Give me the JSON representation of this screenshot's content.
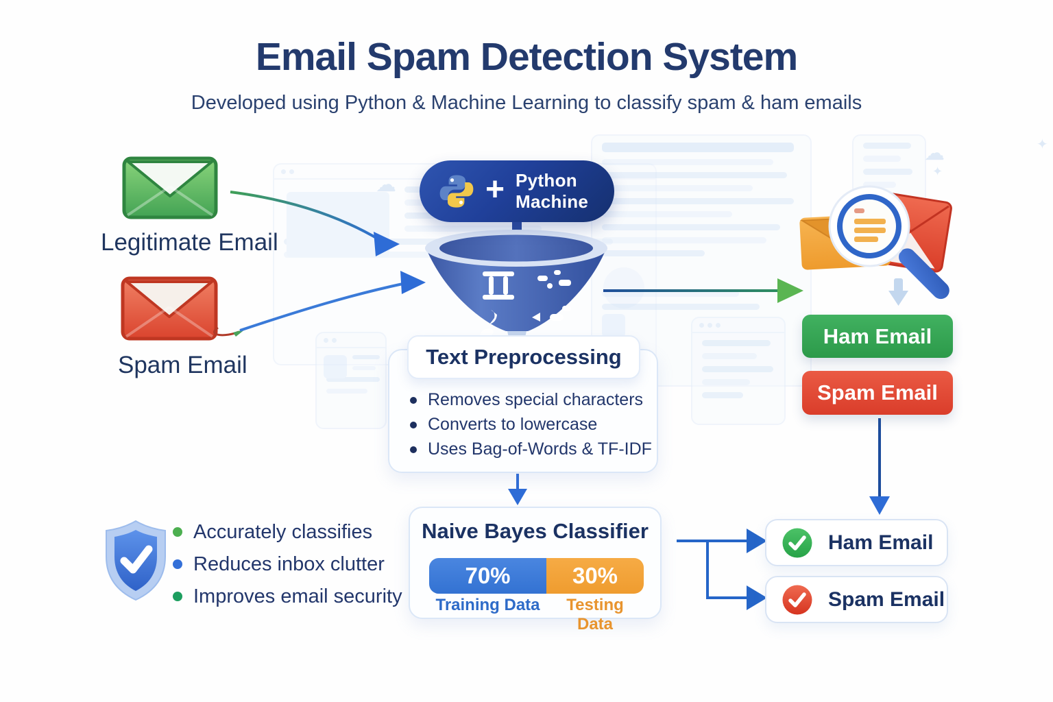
{
  "header": {
    "title": "Email Spam Detection System",
    "subtitle": "Developed using Python & Machine Learning to classify spam & ham emails"
  },
  "inputs": {
    "legitimate_label": "Legitimate Email",
    "spam_label": "Spam Email"
  },
  "python_badge": {
    "plus": "+",
    "line1": "Python",
    "line2": "Machine"
  },
  "preprocessing": {
    "title": "Text Preprocessing",
    "bullets": [
      "Removes special characters",
      "Converts to lowercase",
      "Uses Bag-of-Words & TF-IDF"
    ]
  },
  "classifier": {
    "title": "Naive Bayes Classifier",
    "split": [
      {
        "value": "70%",
        "label": "Training Data",
        "percent": 70,
        "color": "#3d7ad9"
      },
      {
        "value": "30%",
        "label": "Testing Data",
        "percent": 30,
        "color": "#f2a13d"
      }
    ]
  },
  "detection": {
    "ham_button": "Ham Email",
    "spam_button": "Spam Email"
  },
  "results": {
    "ham": "Ham Email",
    "spam": "Spam Email"
  },
  "benefits": [
    {
      "text": "Accurately classifies",
      "dot_color": "#4caf50"
    },
    {
      "text": "Reduces inbox clutter",
      "dot_color": "#3470d8"
    },
    {
      "text": "Improves email security",
      "dot_color": "#1d9e5f"
    }
  ],
  "colors": {
    "title_navy": "#233a6d",
    "badge_blue": "#20409a",
    "funnel_blue": "#4a6cb8",
    "training_blue": "#3d7ad9",
    "testing_orange": "#f2a13d",
    "ham_green": "#33a353",
    "spam_red": "#e2483a",
    "arrow_blue": "#2e6cd6",
    "arrow_green": "#56b44e",
    "legit_envelope_green": "#44a455",
    "spam_envelope_red": "#dd4830"
  }
}
